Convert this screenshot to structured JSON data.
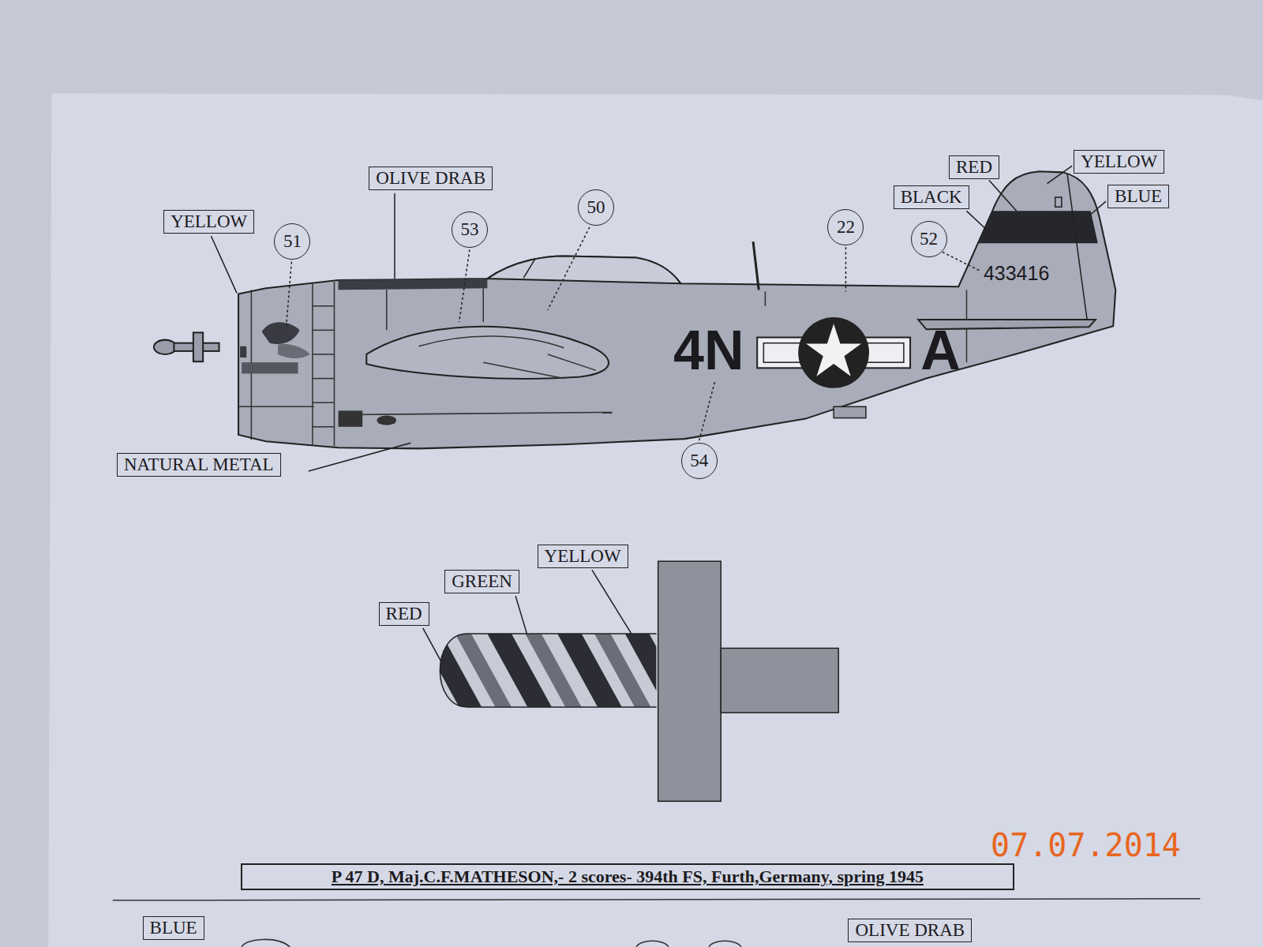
{
  "diagram": {
    "caption": "P 47 D, Maj.C.F.MATHESON,- 2 scores- 394th FS, Furth,Germany, spring 1945",
    "nodes": [
      {
        "text": [
          "YELLOW"
        ]
      },
      {
        "text": [
          "OLIVE DRAB"
        ]
      },
      {
        "text": [
          "RED"
        ]
      },
      {
        "text": [
          "BLACK"
        ]
      },
      {
        "text": [
          "YELLOW"
        ]
      },
      {
        "text": [
          "BLUE"
        ]
      },
      {
        "text": [
          "51"
        ]
      },
      {
        "text": [
          "53"
        ]
      },
      {
        "text": [
          "50"
        ]
      },
      {
        "text": [
          "22"
        ]
      },
      {
        "text": [
          "52"
        ]
      },
      {
        "text": [
          "NATURAL METAL"
        ]
      },
      {
        "text": [
          "54"
        ]
      },
      {
        "text": [
          "YELLOW"
        ]
      },
      {
        "text": [
          "GREEN"
        ]
      },
      {
        "text": [
          "RED"
        ]
      },
      {
        "text": [
          "BLUE"
        ]
      },
      {
        "text": [
          "OLIVE DRAB"
        ]
      }
    ],
    "labels": [
      "4N",
      "A",
      "433416",
      "07.07.2014"
    ]
  }
}
